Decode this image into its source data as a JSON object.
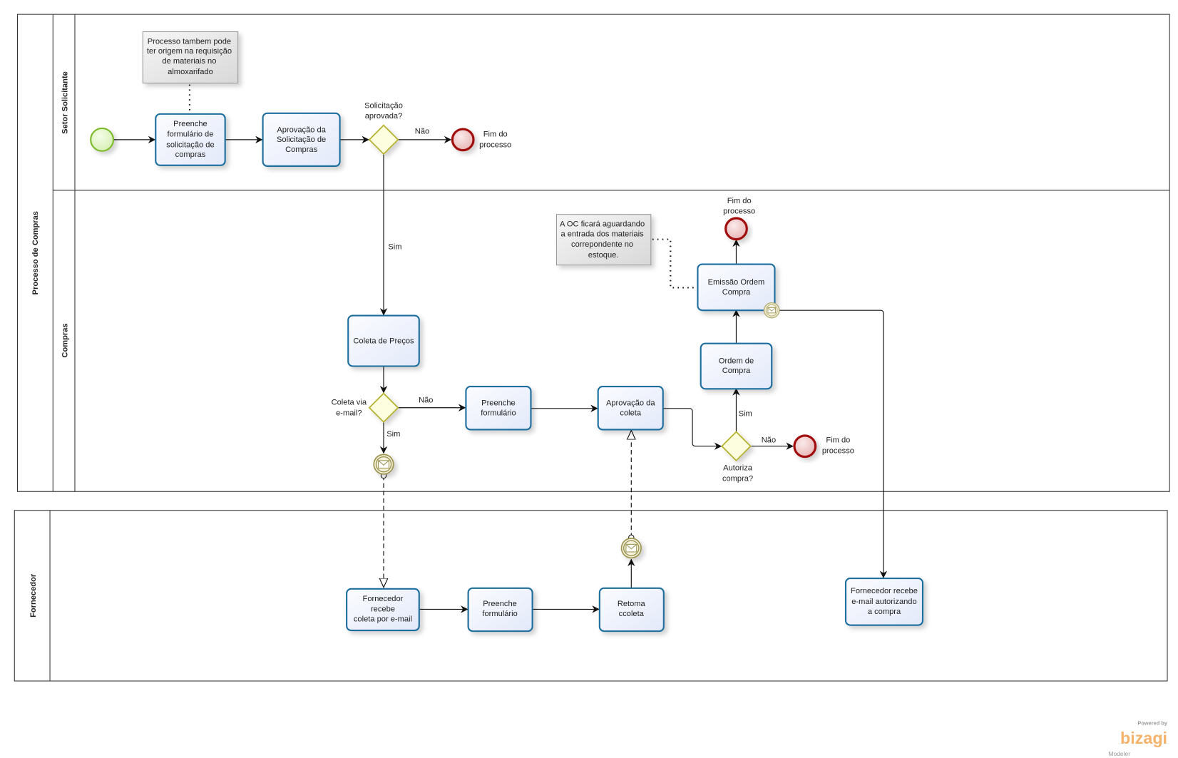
{
  "pools": {
    "main": "Processo de Compras",
    "lane_setor": "Setor Solicitante",
    "lane_compras": "Compras",
    "fornecedor": "Fornecedor"
  },
  "notes": {
    "origem": [
      "Processo tambem pode",
      "ter origem na requisição",
      "de materiais  no",
      "almoxarifado"
    ],
    "oc": [
      "A OC ficará aguardando",
      "a entrada dos materiais",
      "correpondente no",
      "estoque."
    ]
  },
  "tasks": {
    "preenche_solicitacao": [
      "Preenche",
      "formulário de",
      "solicitação de",
      "compras"
    ],
    "aprovacao_solicitacao": [
      "Aprovação da",
      "Solicitação de",
      "Compras"
    ],
    "coleta_precos": [
      "Coleta de Preços"
    ],
    "preenche_formulario": [
      "Preenche",
      "formulário"
    ],
    "aprovacao_coleta": [
      "Aprovação da",
      "coleta"
    ],
    "ordem_compra": [
      "Ordem de",
      "Compra"
    ],
    "emissao_ordem": [
      "Emissão Ordem",
      "Compra"
    ],
    "fornecedor_recebe_coleta": [
      "Fornecedor",
      "recebe",
      "coleta por e-mail"
    ],
    "fornecedor_preenche": [
      "Preenche",
      "formulário"
    ],
    "retoma_coleta": [
      "Retoma",
      "ccoleta"
    ],
    "fornecedor_recebe_autorizacao": [
      "Fornecedor recebe",
      "e-mail  autorizando",
      "a compra"
    ]
  },
  "gateways": {
    "solicitacao": [
      "Solicitação",
      "aprovada?"
    ],
    "coleta_email": [
      "Coleta via",
      "e-mail?"
    ],
    "autoriza": [
      "Autoriza",
      "compra?"
    ]
  },
  "end_label": [
    "Fim do",
    "processo"
  ],
  "flow_labels": {
    "nao": "Não",
    "sim": "Sim"
  },
  "logo": {
    "powered": "Powered by",
    "brand": "bizagi",
    "product": "Modeler"
  },
  "colors": {
    "task_stroke": "#1f6e9e",
    "gateway": "#b5b02a",
    "end": "#a10d0d",
    "start": "#7cba2a",
    "logo": "#f5b26b"
  }
}
